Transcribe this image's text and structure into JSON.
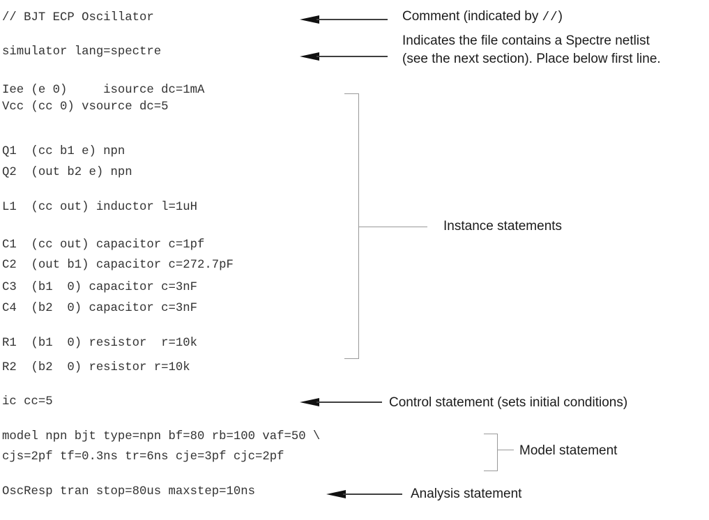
{
  "figure": {
    "description": "Sample Spectre netlist (BJT ECP Oscillator) with callout annotations",
    "colors": {
      "background": "#ffffff",
      "code_text": "#333333",
      "label_text": "#1b1b1b",
      "arrow": "#111111",
      "bracket_line": "#999999"
    }
  },
  "code": {
    "lines": [
      "// BJT ECP Oscillator",
      "simulator lang=spectre",
      "Iee (e 0)     isource dc=1mA",
      "Vcc (cc 0) vsource dc=5",
      "Q1  (cc b1 e) npn",
      "Q2  (out b2 e) npn",
      "L1  (cc out) inductor l=1uH",
      "C1  (cc out) capacitor c=1pf",
      "C2  (out b1) capacitor c=272.7pF",
      "C3  (b1  0) capacitor c=3nF",
      "C4  (b2  0) capacitor c=3nF",
      "R1  (b1  0) resistor  r=10k",
      "R2  (b2  0) resistor r=10k",
      "ic cc=5",
      "model npn bjt type=npn bf=80 rb=100 vaf=50 \\",
      "cjs=2pf tf=0.3ns tr=6ns cje=3pf cjc=2pf",
      "OscResp tran stop=80us maxstep=10ns"
    ]
  },
  "annotations": {
    "comment": {
      "prefix": "Comment (indicated by ",
      "code": "//",
      "suffix": ")"
    },
    "simulator": {
      "line1": "Indicates the file contains a Spectre netlist",
      "line2": "(see the next section). Place below first line."
    },
    "instance": {
      "label": "Instance statements"
    },
    "control": {
      "label": "Control statement (sets initial conditions)"
    },
    "model": {
      "label": "Model statement"
    },
    "analysis": {
      "label": "Analysis statement"
    }
  }
}
